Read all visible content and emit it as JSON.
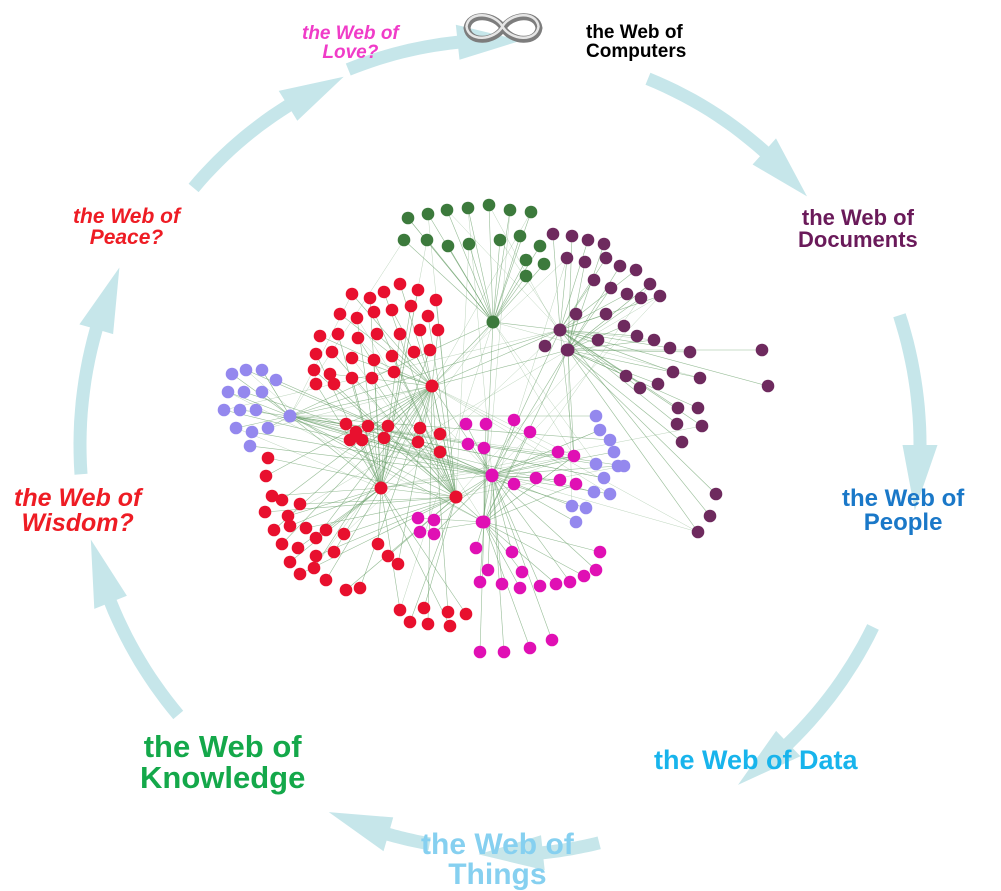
{
  "cycle_stages": [
    {
      "id": "computers",
      "lines": [
        "the Web of",
        "Computers"
      ],
      "color": "#000000",
      "italic": false
    },
    {
      "id": "documents",
      "lines": [
        "the Web of",
        "Documents"
      ],
      "color": "#6a1a5a",
      "italic": false
    },
    {
      "id": "people",
      "lines": [
        "the Web of",
        "People"
      ],
      "color": "#1a78c8",
      "italic": false
    },
    {
      "id": "data",
      "lines": [
        "the Web of Data"
      ],
      "color": "#18b4ec",
      "italic": false
    },
    {
      "id": "things",
      "lines": [
        "the Web of",
        "Things"
      ],
      "color": "#86d0f0",
      "italic": false
    },
    {
      "id": "knowledge",
      "lines": [
        "the Web of",
        "Knowledge"
      ],
      "color": "#14a84a",
      "italic": false
    },
    {
      "id": "wisdom",
      "lines": [
        "the Web of",
        "Wisdom?"
      ],
      "color": "#ee1c24",
      "italic": true
    },
    {
      "id": "peace",
      "lines": [
        "the Web of",
        "Peace?"
      ],
      "color": "#ee1c24",
      "italic": true
    },
    {
      "id": "love",
      "lines": [
        "the Web of",
        "Love?"
      ],
      "color": "#f03cc8",
      "italic": true
    }
  ],
  "infinity_symbol": "infinity-icon",
  "arrow_color": "#c6e6ea",
  "network": {
    "edge_color": "#6aa06a",
    "clusters": [
      {
        "id": "green",
        "color": "#3c7a3c"
      },
      {
        "id": "plum",
        "color": "#6e2a5e"
      },
      {
        "id": "red",
        "color": "#e8102e"
      },
      {
        "id": "magenta",
        "color": "#e010b4"
      },
      {
        "id": "lavender",
        "color": "#9488ee"
      }
    ]
  }
}
